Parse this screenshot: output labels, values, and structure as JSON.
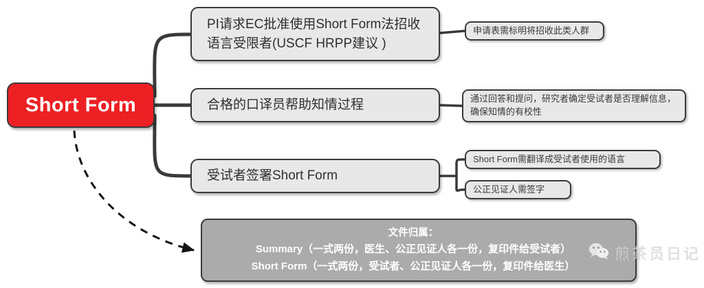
{
  "diagram": {
    "type": "mind-map",
    "root": {
      "label": "Short Form",
      "color": "#ED2024",
      "text_color": "#FFFFFF"
    },
    "branches": [
      {
        "id": "branch-1",
        "label": "PI请求EC批准使用Short Form法招收语言受限者(USCF HRPP建议 )",
        "leaves": [
          {
            "id": "leaf-1",
            "label": "申请表需标明将招收此类人群"
          }
        ]
      },
      {
        "id": "branch-2",
        "label": "合格的口译员帮助知情过程",
        "leaves": [
          {
            "id": "leaf-2",
            "label": "通过回答和提问，研究者确定受试者是否理解信息，确保知情的有校性"
          }
        ]
      },
      {
        "id": "branch-3",
        "label": "受试者签署Short Form",
        "leaves": [
          {
            "id": "leaf-3a",
            "label": "Short Form需翻译成受试者使用的语言"
          },
          {
            "id": "leaf-3b",
            "label": "公正见证人需签字"
          }
        ]
      }
    ],
    "summary_box": {
      "fill": "#ABABAB",
      "text_color": "#FFFFFF",
      "lines": [
        "文件归属：",
        "Summary（一式两份，医生、公正见证人各一份，复印件给受试者）",
        "Short Form（一式两份，受试者、公正见证人各一份，复印件给医生）"
      ]
    },
    "watermark": {
      "icon": "wechat-icon",
      "text": "煎茶员日记"
    },
    "connector_color": "#3a3a3a"
  }
}
